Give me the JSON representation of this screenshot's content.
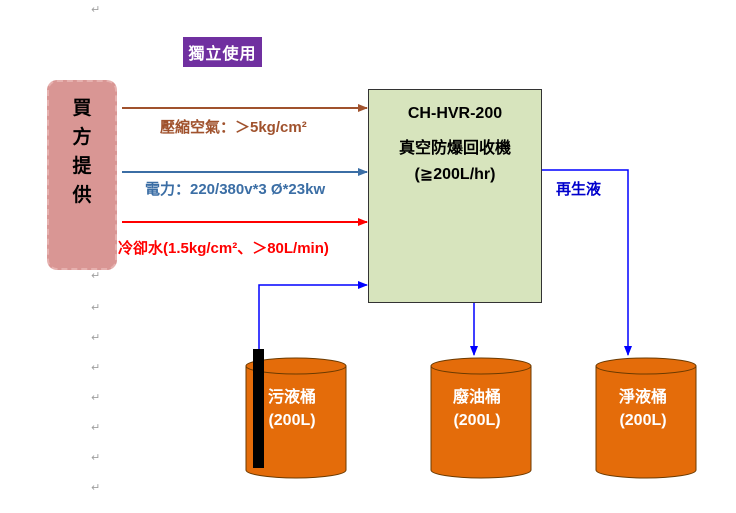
{
  "title": "獨立使用",
  "supplier": {
    "label": "買\n方\n提\n供"
  },
  "inputs": [
    {
      "label": "壓縮空氣：＞5kg/cm²",
      "color": "#a0522d"
    },
    {
      "label": "電力：220/380v*3 Ø*23kw",
      "color": "#3b6ea5"
    },
    {
      "label": "冷卻水(1.5kg/cm²、＞80L/min)",
      "color": "#ff0000"
    }
  ],
  "machine": {
    "model": "CH-HVR-200",
    "name": "真空防爆回收機",
    "capacity": "(≧200L/hr)"
  },
  "output_label": "再生液",
  "barrels": [
    {
      "name": "污液桶",
      "size": "(200L)"
    },
    {
      "name": "廢油桶",
      "size": "(200L)"
    },
    {
      "name": "淨液桶",
      "size": "(200L)"
    }
  ],
  "colors": {
    "brown_arrow": "#a0522d",
    "blue_arrow": "#3b6ea5",
    "red_arrow": "#ff0000",
    "flow_arrow": "#0000ff",
    "machine_fill": "#d7e4bd",
    "barrel_fill": "#e46c0a",
    "supplier_fill": "#d99694",
    "title_fill": "#7030a0"
  }
}
